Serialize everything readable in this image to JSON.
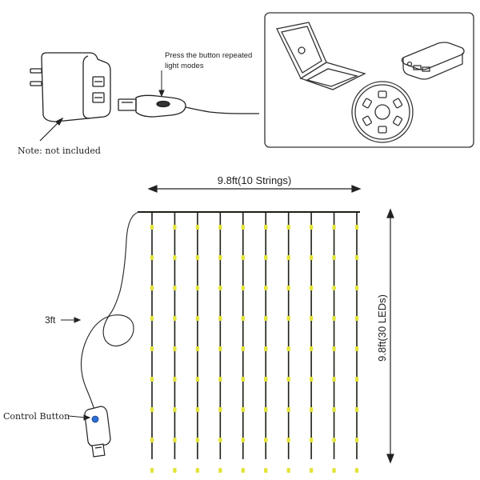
{
  "adapter": {
    "note": "Note: not included"
  },
  "usb_controller": {
    "instruction_line1": "Press the button repeated",
    "instruction_line2": "light modes"
  },
  "power_sources": {
    "items": [
      "laptop",
      "power-bank",
      "power-strip"
    ]
  },
  "curtain": {
    "width_label": "9.8ft(10 Strings)",
    "height_label": "9.8ft(30 LEDs)",
    "cable_length_label": "3ft",
    "control_button_label": "Control Button",
    "strings": 10,
    "visible_leds_per_string": 9,
    "led_color": "#e3e33a",
    "wire_color": "#1b1f16",
    "button_color": "#2b6fd6"
  }
}
